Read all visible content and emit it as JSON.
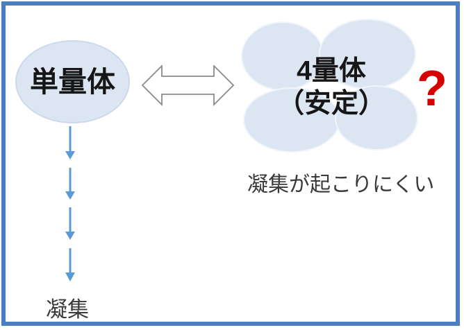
{
  "diagram": {
    "monomer_label": "単量体",
    "tetramer_label_line1": "4量体",
    "tetramer_label_line2": "（安定）",
    "question_mark": "?",
    "stability_note": "凝集が起こりにくい",
    "aggregation_label": "凝集"
  },
  "icons": {
    "double_arrow": "left-right-double-arrow",
    "down_arrow": "down-arrow"
  },
  "colors": {
    "frame_blue": "#4a7ebe",
    "ellipse_fill": "#dce6f2",
    "ellipse_stroke": "#f0f5fa",
    "down_arrow_blue": "#5b9bd5",
    "double_arrow_outline": "#8a8a8a",
    "question_red": "#d70000",
    "bold_text": "#161616",
    "note_text": "#3a3a3a"
  }
}
